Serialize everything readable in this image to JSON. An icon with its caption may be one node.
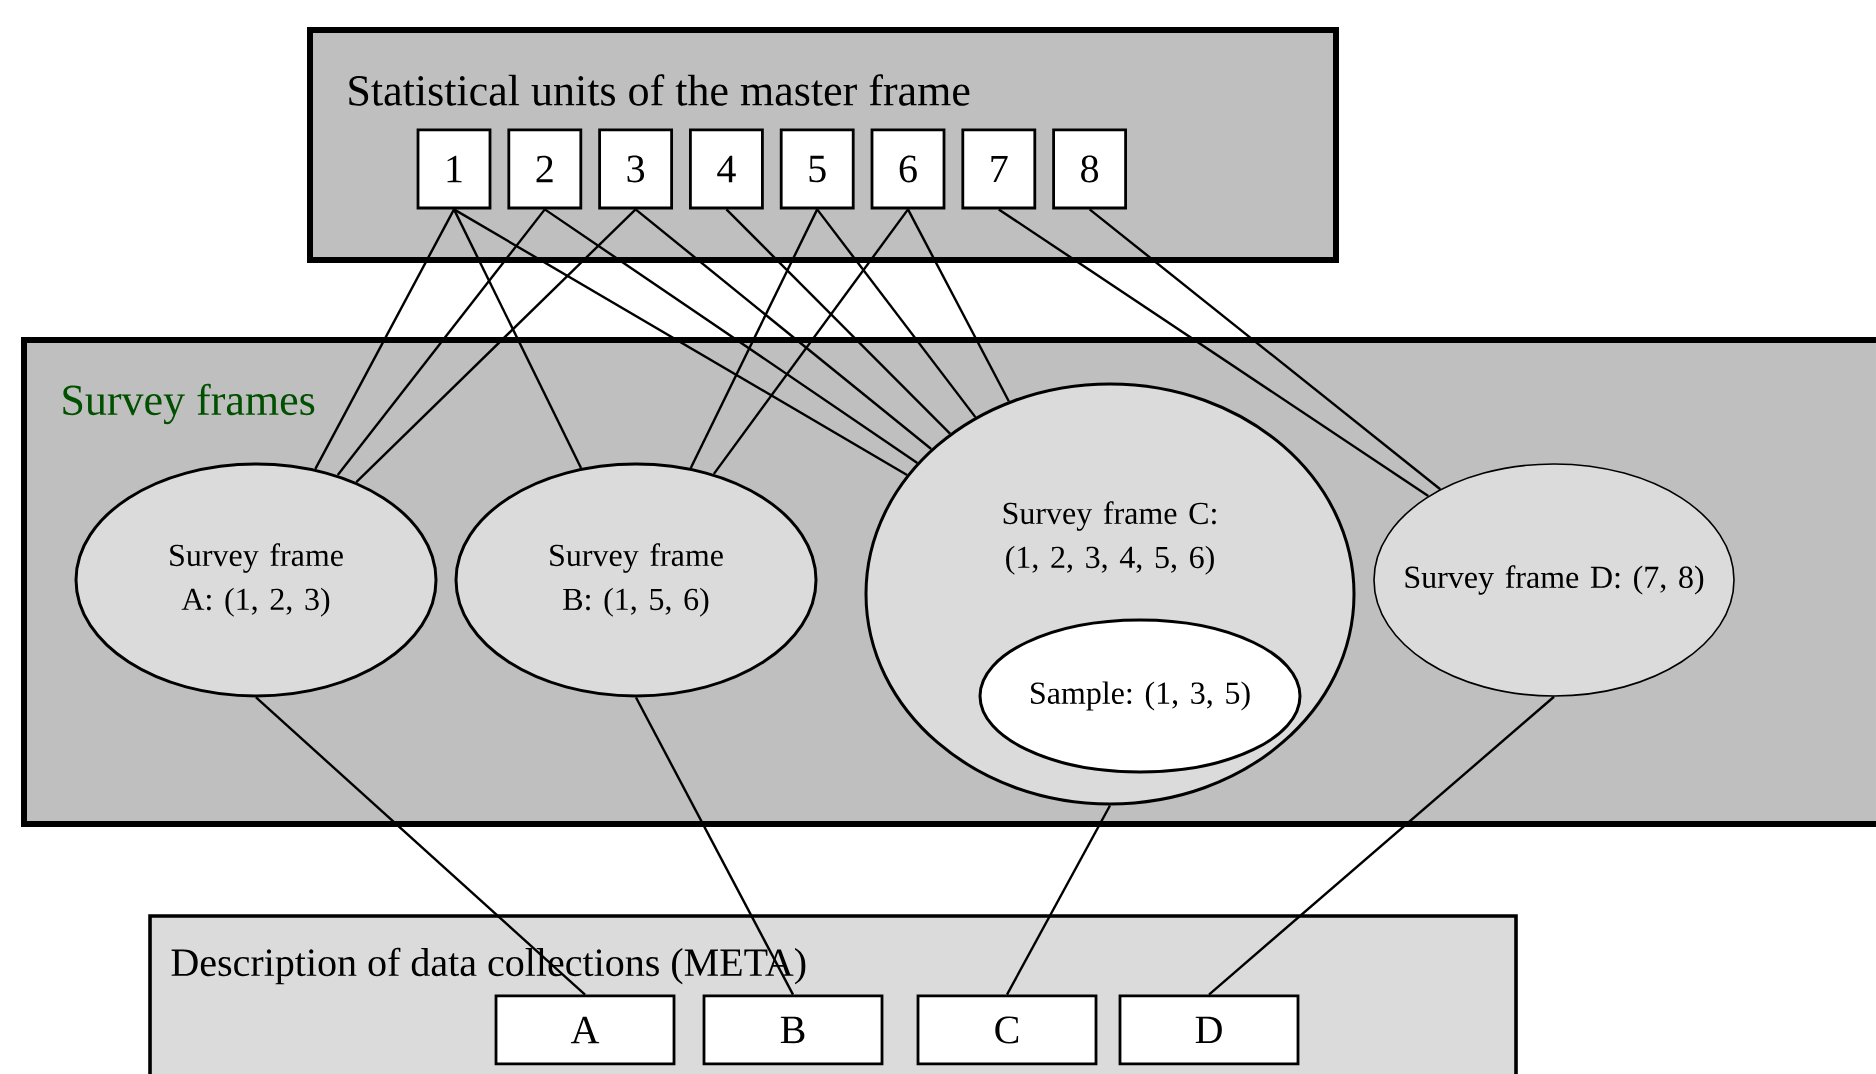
{
  "diagram": {
    "nodes": [
      {
        "text": [
          "Statistical units of the master frame"
        ]
      },
      {
        "text": [
          "1"
        ],
        "in": 0
      },
      {
        "text": [
          "2"
        ],
        "in": 0
      },
      {
        "text": [
          "3"
        ],
        "in": 0
      },
      {
        "text": [
          "4"
        ],
        "in": 0
      },
      {
        "text": [
          "5"
        ],
        "in": 0
      },
      {
        "text": [
          "6"
        ],
        "in": 0
      },
      {
        "text": [
          "7"
        ],
        "in": 0
      },
      {
        "text": [
          "8"
        ],
        "in": 0
      },
      {
        "text": [
          "Survey frames"
        ]
      },
      {
        "text": [
          "Survey frame A: (1, 2, 3)"
        ],
        "in": 9
      },
      {
        "text": [
          "Survey frame B: (1, 5, 6)"
        ],
        "in": 9
      },
      {
        "text": [
          "Survey frame C: (1, 2, 3, 4, 5, 6)"
        ],
        "in": 9
      },
      {
        "text": [
          "Sample: (1, 3, 5)"
        ],
        "in": 12
      },
      {
        "text": [
          "Survey frame D: (7, 8)"
        ],
        "in": 9
      },
      {
        "text": [
          "Description of data collections (META)"
        ]
      },
      {
        "text": [
          "A"
        ],
        "in": 15
      },
      {
        "text": [
          "B"
        ],
        "in": 15
      },
      {
        "text": [
          "C"
        ],
        "in": 15
      },
      {
        "text": [
          "D"
        ],
        "in": 15
      }
    ],
    "edges": [
      {
        "from": 1,
        "to": 10,
        "arrow": "none"
      },
      {
        "from": 2,
        "to": 10,
        "arrow": "none"
      },
      {
        "from": 3,
        "to": 10,
        "arrow": "none"
      },
      {
        "from": 1,
        "to": 11,
        "arrow": "none"
      },
      {
        "from": 5,
        "to": 11,
        "arrow": "none"
      },
      {
        "from": 6,
        "to": 11,
        "arrow": "none"
      },
      {
        "from": 1,
        "to": 12,
        "arrow": "none"
      },
      {
        "from": 2,
        "to": 12,
        "arrow": "none"
      },
      {
        "from": 3,
        "to": 12,
        "arrow": "none"
      },
      {
        "from": 4,
        "to": 12,
        "arrow": "none"
      },
      {
        "from": 5,
        "to": 12,
        "arrow": "none"
      },
      {
        "from": 6,
        "to": 12,
        "arrow": "none"
      },
      {
        "from": 7,
        "to": 14,
        "arrow": "none"
      },
      {
        "from": 8,
        "to": 14,
        "arrow": "none"
      },
      {
        "from": 10,
        "to": 16,
        "arrow": "none"
      },
      {
        "from": 11,
        "to": 17,
        "arrow": "none"
      },
      {
        "from": 12,
        "to": 18,
        "arrow": "none"
      },
      {
        "from": 14,
        "to": 19,
        "arrow": "none"
      }
    ]
  }
}
